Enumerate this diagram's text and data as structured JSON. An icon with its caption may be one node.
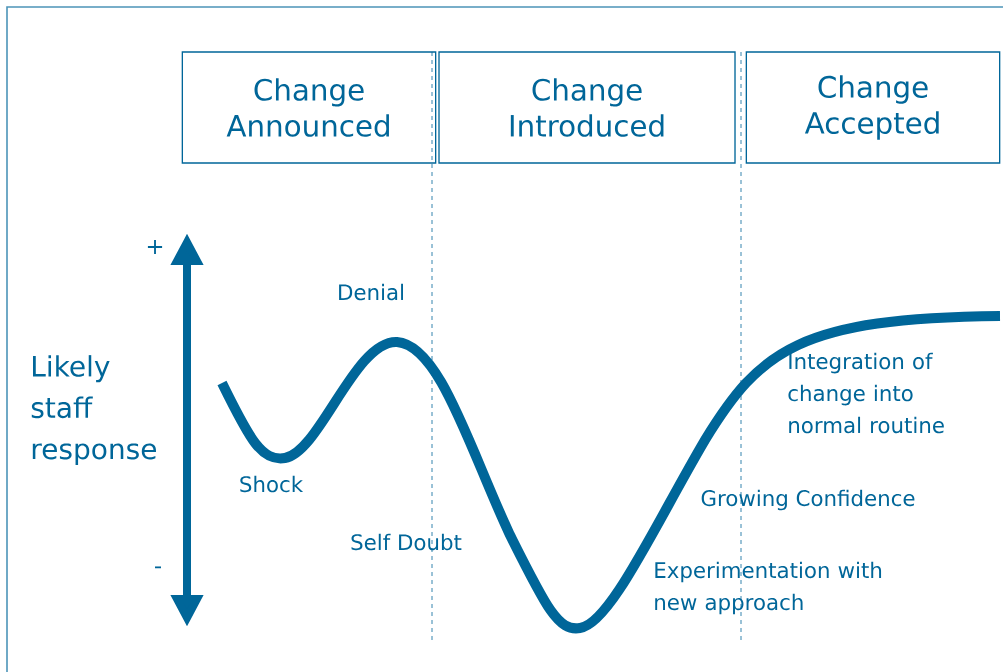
{
  "diagram": {
    "nodes": [
      {
        "text": [
          "Change Announced"
        ]
      },
      {
        "text": [
          "Change Introduced"
        ]
      },
      {
        "text": [
          "Change Accepted"
        ]
      }
    ],
    "labels": [
      "+",
      "Denial",
      "Likely staff response",
      "Shock",
      "Integration of change into normal routine",
      "Growing Confidence",
      "Self Doubt",
      "-",
      "Experimentation with new approach"
    ]
  }
}
